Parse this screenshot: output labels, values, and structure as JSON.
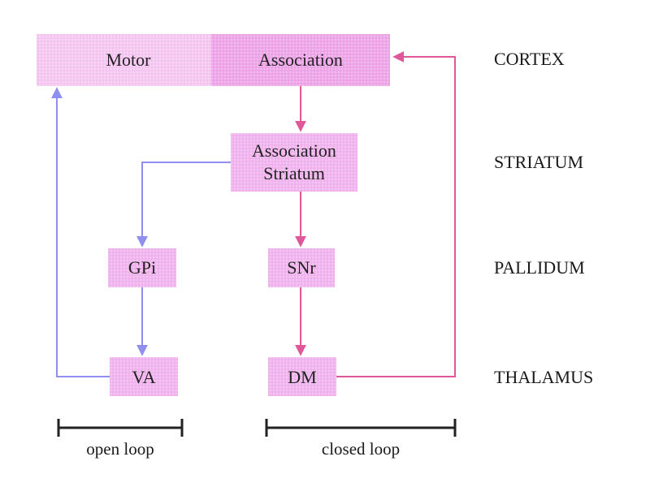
{
  "colors": {
    "motor_fill": "#f6c9f3",
    "association_fill": "#eea7e8",
    "node_fill": "#f2b6ee",
    "pink_path": "#e0589a",
    "blue_path": "#8f8ff0",
    "bracket": "#222222"
  },
  "nodes": {
    "motor": "Motor",
    "association": "Association",
    "assoc_striatum_line1": "Association",
    "assoc_striatum_line2": "Striatum",
    "gpi": "GPi",
    "snr": "SNr",
    "va": "VA",
    "dm": "DM"
  },
  "levels": {
    "cortex": "CORTEX",
    "striatum": "STRIATUM",
    "pallidum": "PALLIDUM",
    "thalamus": "THALAMUS"
  },
  "loops": {
    "open": "open loop",
    "closed": "closed loop"
  }
}
